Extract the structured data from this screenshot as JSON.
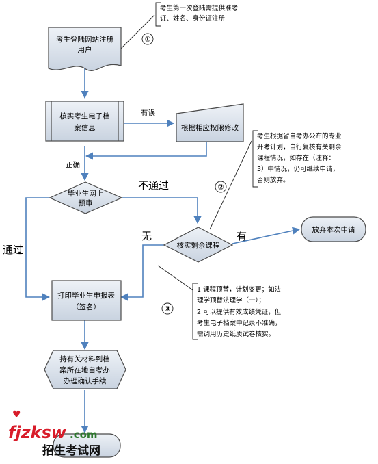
{
  "shapes": {
    "login": [
      "考生登陆网站注册",
      "用户"
    ],
    "verify": [
      "核实考生电子档",
      "案信息"
    ],
    "modify": "根据相应权限修改",
    "prereview": [
      "毕业生网上",
      "预审"
    ],
    "check_courses": "核实剩余课程",
    "abandon": "放弃本次申请",
    "print_form": [
      "打印毕业生申报表",
      "（签名）"
    ],
    "confirm": [
      "持有关材料到档",
      "案所在地自考办",
      "办理确认手续"
    ]
  },
  "edge_labels": {
    "has_error": "有误",
    "correct": "正确",
    "not_pass": "不通过",
    "pass": "通过",
    "none": "无",
    "has": "有"
  },
  "annotations": {
    "note1": [
      "考生第一次登陆需提供准考",
      "证、姓名、身份证注册"
    ],
    "note2": [
      "考生根据省自考办公布的专业",
      "开考计划，自行复核有关剩余",
      "课程情况，如存在（注释：",
      "3）中情况，仍可继续申请，",
      "否则放弃。"
    ],
    "note3": [
      "1.课程顶替，计划变更；如法",
      "理学顶替法理学（一）；",
      "2.可以提供有效成绩凭证，但",
      "考生电子档案中记录不准确，",
      "需调用历史纸质试卷核实。"
    ],
    "markers": [
      "①",
      "②",
      "③"
    ]
  },
  "watermark": {
    "site": "fjzksw",
    "domain": ".com",
    "text": "招生考试网"
  },
  "colors": {
    "shape_fill_top": "#eef2f7",
    "shape_fill_bottom": "#c9d3e0",
    "arrow": "#4f81bd",
    "note_border": "#222222"
  }
}
